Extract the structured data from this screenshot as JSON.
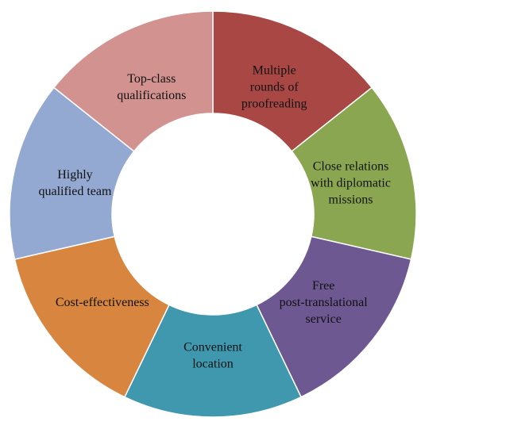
{
  "chart_data": {
    "type": "pie",
    "variant": "donut",
    "title": "",
    "start": "12 o'clock, clockwise",
    "slices": [
      {
        "label": "Multiple rounds of proofreading",
        "lines": [
          "Multiple",
          "rounds of",
          "proofreading"
        ],
        "value": 1,
        "color": "#A94745"
      },
      {
        "label": "Close relations with diplomatic missions",
        "lines": [
          "Close relations",
          "with diplomatic",
          "missions"
        ],
        "value": 1,
        "color": "#8BA651"
      },
      {
        "label": "Free post-translational service",
        "lines": [
          "Free",
          "post-translational",
          "service"
        ],
        "value": 1,
        "color": "#6E5891"
      },
      {
        "label": "Convenient location",
        "lines": [
          "Convenient",
          "location"
        ],
        "value": 1,
        "color": "#3F98AE"
      },
      {
        "label": "Cost-effectiveness",
        "lines": [
          "Cost-effectiveness"
        ],
        "value": 1,
        "color": "#D8853F"
      },
      {
        "label": "Highly qualified team",
        "lines": [
          "Highly",
          "qualified team"
        ],
        "value": 1,
        "color": "#94A9D2"
      },
      {
        "label": "Top-class qualifications",
        "lines": [
          "Top-class",
          "qualifications"
        ],
        "value": 1,
        "color": "#D29290"
      }
    ]
  }
}
